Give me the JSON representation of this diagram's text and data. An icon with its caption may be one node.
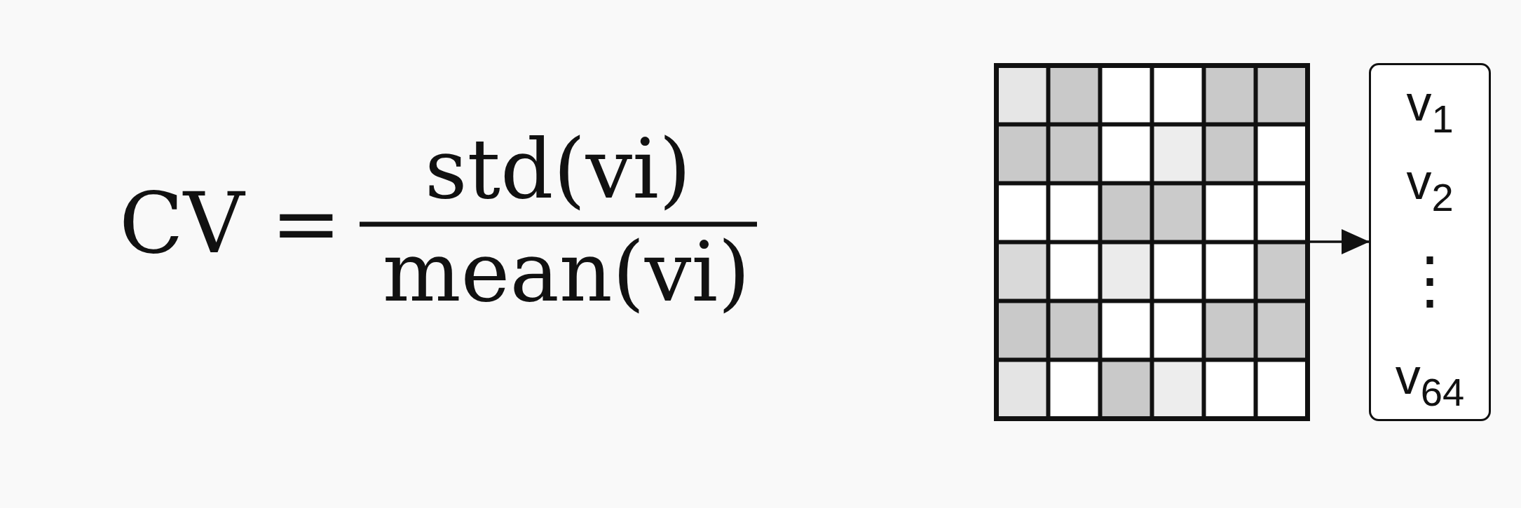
{
  "diagram": {
    "nodes": [
      {
        "text": [],
        "shape": "grid"
      },
      {
        "text": [
          "v$_{1}$",
          "v$_{2}$",
          "⋮",
          "v$_{64}$"
        ]
      }
    ],
    "edges": [
      {
        "from": 0,
        "to": 1,
        "arrow": "to"
      }
    ],
    "labels": [
      "CV =",
      "std(vi)",
      "mean(vi)"
    ]
  }
}
